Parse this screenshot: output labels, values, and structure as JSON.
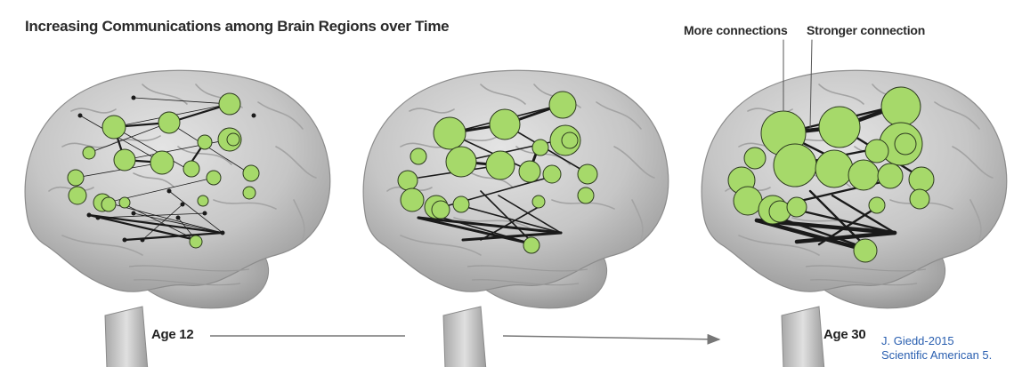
{
  "figure": {
    "title": "Increasing Communications among Brain Regions over Time",
    "annotation_more": "More connections",
    "annotation_stronger": "Stronger connection",
    "age_start": "Age 12",
    "age_end": "Age 30",
    "credit_line1": "J. Giedd-2015",
    "credit_line2": "Scientific American 5."
  },
  "colors": {
    "node_fill": "#a6d96a",
    "node_stroke": "#2d3a1f",
    "edge": "#1a1a1a",
    "brain": "#c9c9c9",
    "arrow": "#777777",
    "credit": "#2a5fb0"
  },
  "icons": {
    "brain": "brain-illustration",
    "arrow": "right-arrow-icon"
  }
}
